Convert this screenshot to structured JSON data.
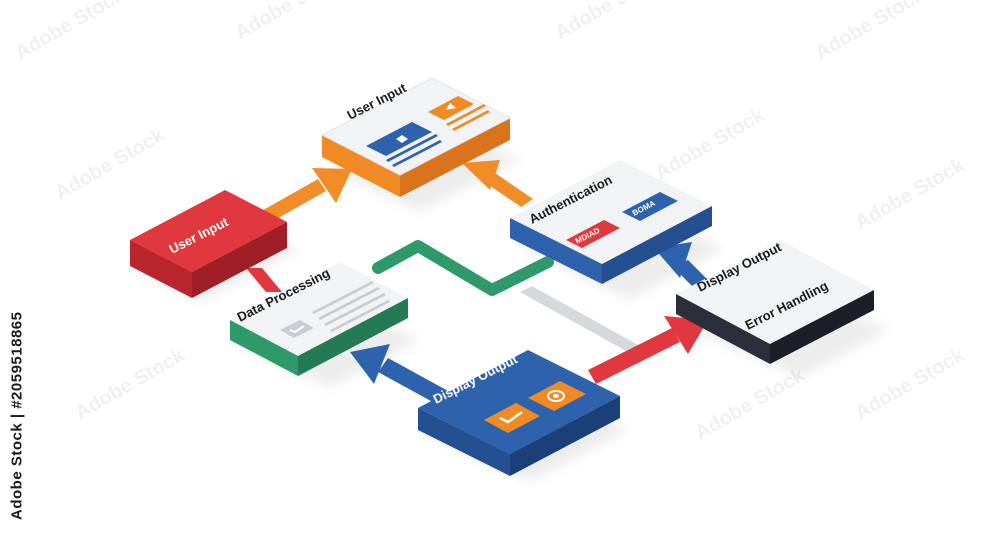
{
  "nodes": {
    "user_input_top": {
      "label": "User Input"
    },
    "user_input_left": {
      "label": "User Input"
    },
    "authentication": {
      "label": "Authentication",
      "button_1": "MDIAD",
      "button_2": "BOMA"
    },
    "data_processing": {
      "label": "Data Processing"
    },
    "display_output_center": {
      "label": "Display Output"
    },
    "display_output_right": {
      "label": "Display Output",
      "label_2": "Error Handling"
    }
  },
  "stock_id": "Adobe Stock | #2059518865",
  "watermark": "Adobe Stock",
  "colors": {
    "orange": "#f08a24",
    "red": "#e0383e",
    "green": "#2e9a6c",
    "blue": "#2f62ad",
    "dark": "#2b2f3a",
    "light_panel": "#f1f3f5"
  }
}
